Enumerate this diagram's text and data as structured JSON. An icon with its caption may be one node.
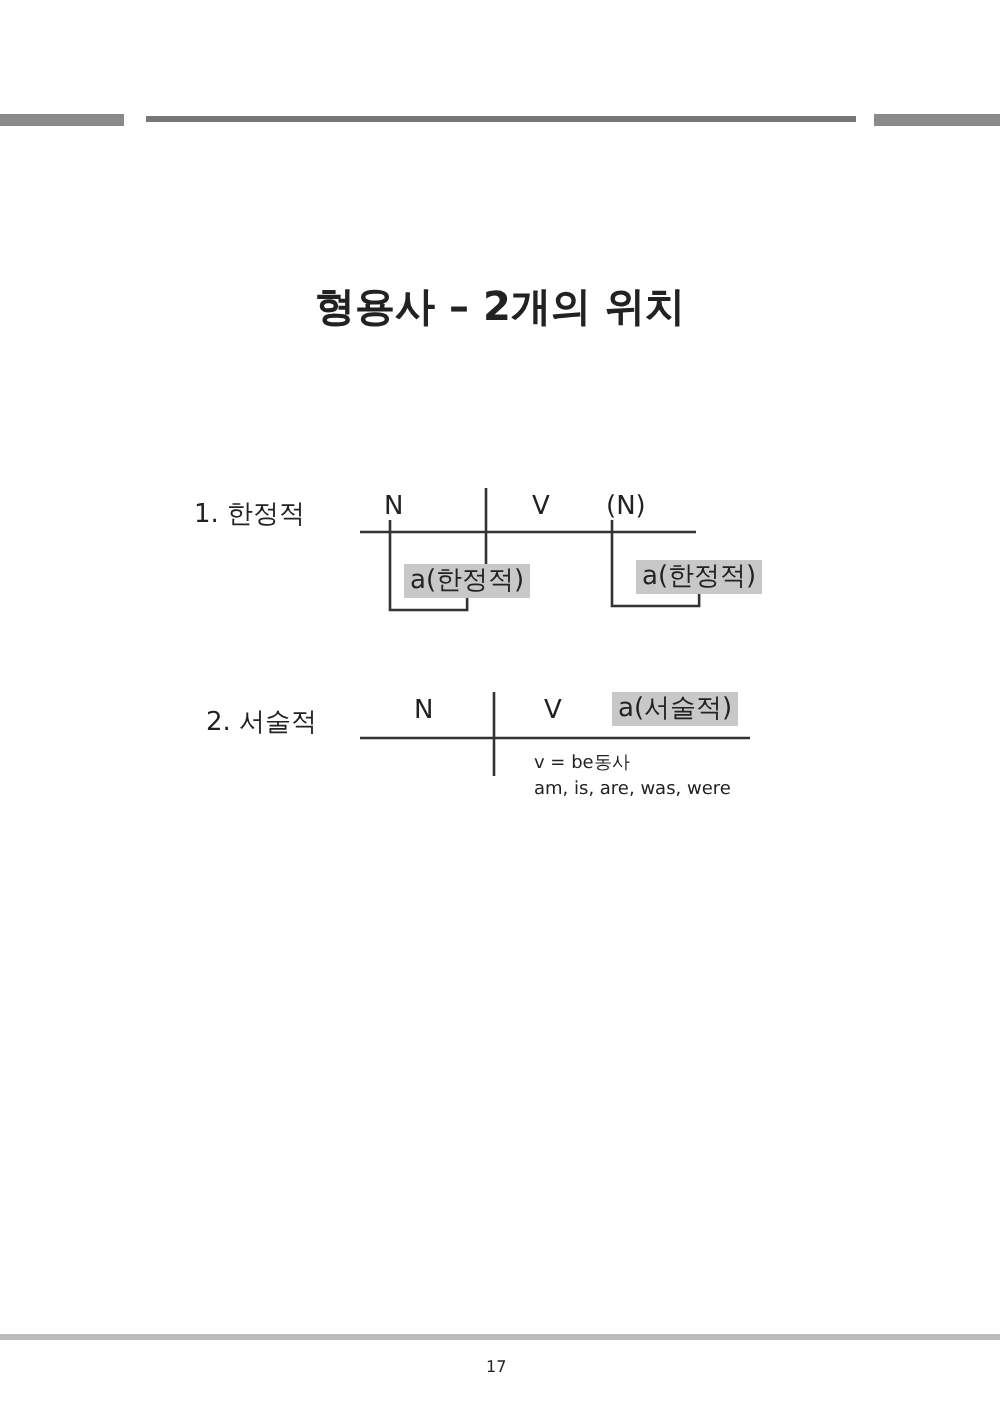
{
  "diagram": {
    "title": "형용사 – 2개의 위치",
    "nodes": [
      {
        "text": [
          "N"
        ]
      },
      {
        "text": [
          "V"
        ]
      },
      {
        "text": [
          "(N)"
        ]
      },
      {
        "text": [
          "a(한정적)"
        ]
      },
      {
        "text": [
          "a(한정적)"
        ]
      },
      {
        "text": [
          "N"
        ]
      },
      {
        "text": [
          "V"
        ]
      },
      {
        "text": [
          "a(서술적)"
        ]
      }
    ],
    "edges": [
      {
        "from": 0,
        "to": 3,
        "arrow": "none"
      },
      {
        "from": 2,
        "to": 4,
        "arrow": "none"
      }
    ],
    "labels": [
      "1. 한정적",
      "2. 서술적",
      "v = be동사",
      "am, is, are, was, were",
      "17"
    ]
  }
}
